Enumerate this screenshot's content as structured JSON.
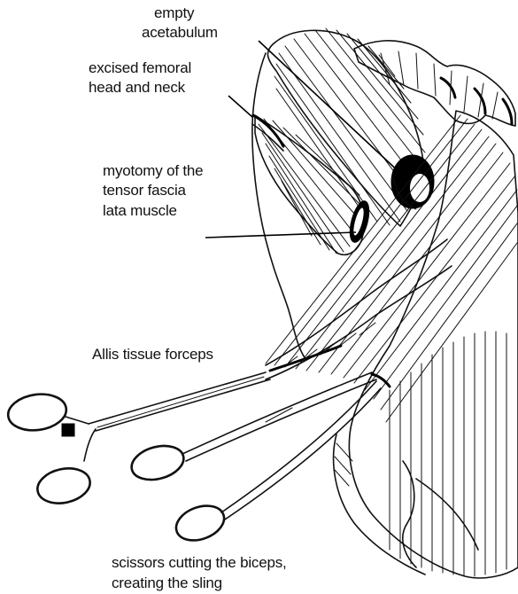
{
  "labels": {
    "empty_acetabulum": [
      "empty",
      "acetabulum"
    ],
    "excised_head_neck": [
      "excised femoral",
      "head and neck"
    ],
    "myotomy": [
      "myotomy of the",
      "tensor fascia",
      "lata muscle"
    ],
    "allis_forceps": [
      "Allis tissue forceps"
    ],
    "scissors": [
      "scissors cutting the biceps,",
      "creating the sling"
    ]
  },
  "colors": {
    "ink": "#111111",
    "background": "#ffffff"
  }
}
